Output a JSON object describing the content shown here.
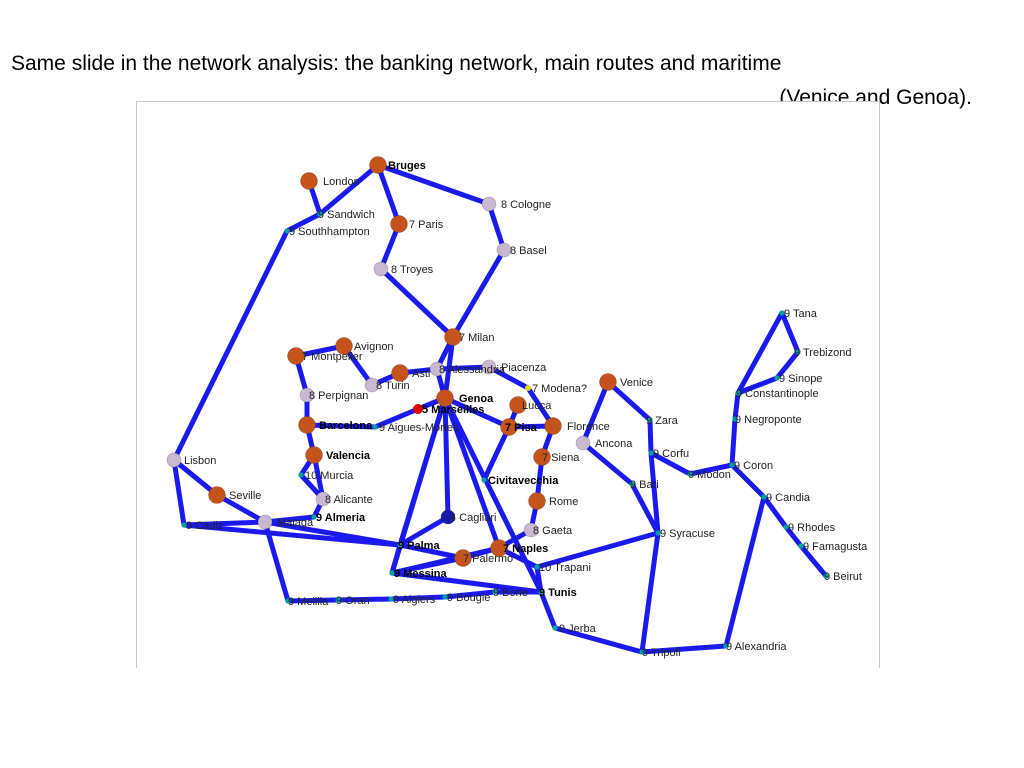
{
  "slide": {
    "title_line1": "Same slide in the network analysis: the banking network, main routes and maritime",
    "title_line2": "(Venice and Genoa)."
  },
  "colors": {
    "edge": "#1a1aee",
    "major_node": "#c4541c",
    "minor_node": "#c8b8d0",
    "small_node": "#00a0a0",
    "red_node": "#dd0000",
    "blue_node": "#1a1aaa",
    "yellow_node": "#dddd00"
  },
  "nodes": [
    {
      "id": "bruges",
      "label": "Bruges",
      "kind": "major",
      "bold": true
    },
    {
      "id": "london",
      "label": "London",
      "kind": "major"
    },
    {
      "id": "sandwich",
      "label": "9 Sandwich",
      "kind": "small"
    },
    {
      "id": "southhampton",
      "label": "9 Southhampton",
      "kind": "small"
    },
    {
      "id": "cologne",
      "label": "8 Cologne",
      "kind": "minor"
    },
    {
      "id": "paris",
      "label": "7 Paris",
      "kind": "major"
    },
    {
      "id": "basel",
      "label": "8 Basel",
      "kind": "minor"
    },
    {
      "id": "troyes",
      "label": "8 Troyes",
      "kind": "minor"
    },
    {
      "id": "milan",
      "label": "7 Milan",
      "kind": "major"
    },
    {
      "id": "avignon",
      "label": "Avignon",
      "kind": "major"
    },
    {
      "id": "montpelier",
      "label": "7 Montpelier",
      "kind": "major"
    },
    {
      "id": "asti",
      "label": "Asti",
      "kind": "major"
    },
    {
      "id": "turin",
      "label": "8 Turin",
      "kind": "minor"
    },
    {
      "id": "alessandria",
      "label": "8 Alessandria",
      "kind": "minor"
    },
    {
      "id": "piacenza",
      "label": "Piacenza",
      "kind": "minor"
    },
    {
      "id": "modena",
      "label": "7 Modena?",
      "kind": "yellow"
    },
    {
      "id": "venice",
      "label": "Venice",
      "kind": "major"
    },
    {
      "id": "perpignan",
      "label": "8 Perpignan",
      "kind": "minor"
    },
    {
      "id": "genoa",
      "label": "Genoa",
      "kind": "major",
      "bold": true
    },
    {
      "id": "marseilles",
      "label": "5 Marseilles",
      "kind": "red",
      "bold": true
    },
    {
      "id": "aigues",
      "label": "9 Aigues-Mortes",
      "kind": "small"
    },
    {
      "id": "lucca",
      "label": "Lucca",
      "kind": "major"
    },
    {
      "id": "pisa",
      "label": "7 Pisa",
      "kind": "major",
      "bold": true
    },
    {
      "id": "florence",
      "label": "Florence",
      "kind": "major"
    },
    {
      "id": "barcelona",
      "label": "Barcelona",
      "kind": "major",
      "bold": true
    },
    {
      "id": "zara",
      "label": "9 Zara",
      "kind": "small"
    },
    {
      "id": "ancona",
      "label": "Ancona",
      "kind": "minor"
    },
    {
      "id": "valencia",
      "label": "Valencia",
      "kind": "major",
      "bold": true
    },
    {
      "id": "siena",
      "label": "7 Siena",
      "kind": "major"
    },
    {
      "id": "civitavecchia",
      "label": "Civitavecchia",
      "kind": "small",
      "bold": true
    },
    {
      "id": "murcia",
      "label": "10 Murcia",
      "kind": "small"
    },
    {
      "id": "lisbon",
      "label": "Lisbon",
      "kind": "minor"
    },
    {
      "id": "seville",
      "label": "Seville",
      "kind": "major"
    },
    {
      "id": "alicante",
      "label": "8 Alicante",
      "kind": "minor"
    },
    {
      "id": "rome",
      "label": "Rome",
      "kind": "major"
    },
    {
      "id": "almeria",
      "label": "9 Almeria",
      "kind": "small",
      "bold": true
    },
    {
      "id": "malaga",
      "label": "Malaga",
      "kind": "minor"
    },
    {
      "id": "cadiz",
      "label": "9 Cadiz",
      "kind": "small"
    },
    {
      "id": "cagliari",
      "label": "4 Cagliari",
      "kind": "blue"
    },
    {
      "id": "gaeta",
      "label": "8 Gaeta",
      "kind": "minor"
    },
    {
      "id": "palma",
      "label": "9 Palma",
      "kind": "small",
      "bold": true
    },
    {
      "id": "naples",
      "label": "7 Naples",
      "kind": "major",
      "bold": true
    },
    {
      "id": "palermo",
      "label": "7 Palermo",
      "kind": "major"
    },
    {
      "id": "messina",
      "label": "9 Messina",
      "kind": "small",
      "bold": true
    },
    {
      "id": "trapani",
      "label": "10 Trapani",
      "kind": "small"
    },
    {
      "id": "melilla",
      "label": "9 Melilla",
      "kind": "small"
    },
    {
      "id": "oran",
      "label": "9 Oran",
      "kind": "small"
    },
    {
      "id": "algiers",
      "label": "9 Algiers",
      "kind": "small"
    },
    {
      "id": "bougie",
      "label": "9 Bougie",
      "kind": "small"
    },
    {
      "id": "bone",
      "label": "9 Bone",
      "kind": "small"
    },
    {
      "id": "tunis",
      "label": "9 Tunis",
      "kind": "small",
      "bold": true
    },
    {
      "id": "jerba",
      "label": "9 Jerba",
      "kind": "small"
    },
    {
      "id": "tripoli",
      "label": "9 Tripoli",
      "kind": "small"
    },
    {
      "id": "alexandria",
      "label": "9 Alexandria",
      "kind": "small"
    },
    {
      "id": "syracuse",
      "label": "9 Syracuse",
      "kind": "small"
    },
    {
      "id": "bari",
      "label": "9 Bari",
      "kind": "small"
    },
    {
      "id": "corfu",
      "label": "9 Corfu",
      "kind": "small"
    },
    {
      "id": "modon",
      "label": "9 Modon",
      "kind": "small"
    },
    {
      "id": "coron",
      "label": "9 Coron",
      "kind": "small"
    },
    {
      "id": "candia",
      "label": "9 Candia",
      "kind": "small"
    },
    {
      "id": "rhodes",
      "label": "9 Rhodes",
      "kind": "small"
    },
    {
      "id": "famagusta",
      "label": "9 Famagusta",
      "kind": "small"
    },
    {
      "id": "beirut",
      "label": "9 Beirut",
      "kind": "small"
    },
    {
      "id": "negroponte",
      "label": "9 Negroponte",
      "kind": "small"
    },
    {
      "id": "constantinople",
      "label": "9 Constantinople",
      "kind": "small"
    },
    {
      "id": "sinope",
      "label": "9 Sinope",
      "kind": "small"
    },
    {
      "id": "trebizond",
      "label": "9 Trebizond",
      "kind": "small"
    },
    {
      "id": "tana",
      "label": "9 Tana",
      "kind": "small"
    }
  ],
  "edges": [
    [
      "london",
      "sandwich"
    ],
    [
      "sandwich",
      "bruges"
    ],
    [
      "sandwich",
      "southhampton"
    ],
    [
      "southhampton",
      "lisbon"
    ],
    [
      "bruges",
      "paris"
    ],
    [
      "bruges",
      "cologne"
    ],
    [
      "cologne",
      "basel"
    ],
    [
      "basel",
      "milan"
    ],
    [
      "paris",
      "troyes"
    ],
    [
      "troyes",
      "milan"
    ],
    [
      "milan",
      "alessandria"
    ],
    [
      "milan",
      "genoa"
    ],
    [
      "avignon",
      "montpelier"
    ],
    [
      "avignon",
      "turin"
    ],
    [
      "turin",
      "asti"
    ],
    [
      "asti",
      "alessandria"
    ],
    [
      "alessandria",
      "piacenza"
    ],
    [
      "piacenza",
      "modena"
    ],
    [
      "modena",
      "florence"
    ],
    [
      "montpelier",
      "perpignan"
    ],
    [
      "perpignan",
      "barcelona"
    ],
    [
      "barcelona",
      "aigues"
    ],
    [
      "aigues",
      "marseilles"
    ],
    [
      "marseilles",
      "genoa"
    ],
    [
      "genoa",
      "alessandria"
    ],
    [
      "genoa",
      "pisa"
    ],
    [
      "genoa",
      "palma"
    ],
    [
      "genoa",
      "naples"
    ],
    [
      "genoa",
      "messina"
    ],
    [
      "genoa",
      "cagliari"
    ],
    [
      "genoa",
      "tunis"
    ],
    [
      "lucca",
      "pisa"
    ],
    [
      "pisa",
      "florence"
    ],
    [
      "pisa",
      "civitavecchia"
    ],
    [
      "florence",
      "siena"
    ],
    [
      "siena",
      "rome"
    ],
    [
      "rome",
      "gaeta"
    ],
    [
      "gaeta",
      "naples"
    ],
    [
      "naples",
      "palermo"
    ],
    [
      "naples",
      "trapani"
    ],
    [
      "barcelona",
      "valencia"
    ],
    [
      "valencia",
      "murcia"
    ],
    [
      "murcia",
      "alicante"
    ],
    [
      "alicante",
      "almeria"
    ],
    [
      "valencia",
      "alicante"
    ],
    [
      "almeria",
      "malaga"
    ],
    [
      "lisbon",
      "seville"
    ],
    [
      "seville",
      "malaga"
    ],
    [
      "lisbon",
      "cadiz"
    ],
    [
      "cadiz",
      "malaga"
    ],
    [
      "malaga",
      "palma"
    ],
    [
      "cadiz",
      "palma"
    ],
    [
      "malaga",
      "melilla"
    ],
    [
      "palma",
      "palermo"
    ],
    [
      "palma",
      "messina"
    ],
    [
      "palma",
      "cagliari"
    ],
    [
      "messina",
      "naples"
    ],
    [
      "messina",
      "palermo"
    ],
    [
      "messina",
      "tunis"
    ],
    [
      "melilla",
      "oran"
    ],
    [
      "oran",
      "algiers"
    ],
    [
      "algiers",
      "bougie"
    ],
    [
      "bougie",
      "bone"
    ],
    [
      "bone",
      "tunis"
    ],
    [
      "tunis",
      "trapani"
    ],
    [
      "tunis",
      "jerba"
    ],
    [
      "jerba",
      "tripoli"
    ],
    [
      "tripoli",
      "alexandria"
    ],
    [
      "alexandria",
      "candia"
    ],
    [
      "tripoli",
      "syracuse"
    ],
    [
      "syracuse",
      "trapani"
    ],
    [
      "syracuse",
      "bari"
    ],
    [
      "syracuse",
      "corfu"
    ],
    [
      "venice",
      "ancona"
    ],
    [
      "ancona",
      "bari"
    ],
    [
      "venice",
      "zara"
    ],
    [
      "zara",
      "corfu"
    ],
    [
      "corfu",
      "modon"
    ],
    [
      "modon",
      "coron"
    ],
    [
      "coron",
      "candia"
    ],
    [
      "candia",
      "rhodes"
    ],
    [
      "rhodes",
      "famagusta"
    ],
    [
      "famagusta",
      "beirut"
    ],
    [
      "coron",
      "negroponte"
    ],
    [
      "negroponte",
      "constantinople"
    ],
    [
      "constantinople",
      "sinope"
    ],
    [
      "sinope",
      "trebizond"
    ],
    [
      "trebizond",
      "tana"
    ],
    [
      "tana",
      "constantinople"
    ]
  ]
}
